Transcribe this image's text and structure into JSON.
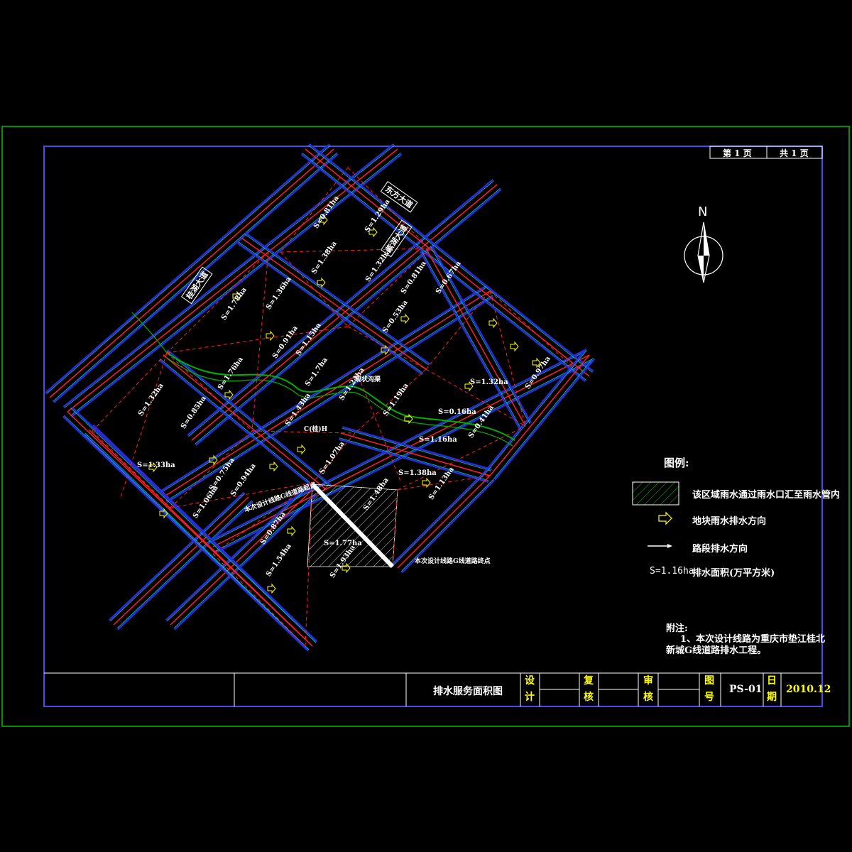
{
  "sheet": {
    "page_no": "第 1 页",
    "page_total": "共 1 页"
  },
  "north": {
    "letter": "N",
    "icon": "north-arrow-icon"
  },
  "legend": {
    "title": "图例:",
    "items": [
      {
        "symbol": "hatch",
        "text": "该区域雨水通过雨水口汇至雨水管内"
      },
      {
        "symbol": "outline-arrow",
        "text": "地块雨水排水方向"
      },
      {
        "symbol": "line-arrow",
        "text": "路段排水方向"
      },
      {
        "symbol": "S=1.16ha",
        "text": "排水面积(万平方米)"
      }
    ]
  },
  "notes": {
    "heading": "附注:",
    "line1": "1、本次设计线路为重庆市垫江桂北",
    "line2": "新城G线道路排水工程。"
  },
  "title_block": {
    "drawing_title": "排水服务面积图",
    "design": "设计",
    "check": "复核",
    "review": "审核",
    "drawing_no_label": "图号",
    "drawing_no": "PS-01",
    "date_label": "日期",
    "date": "2010.12"
  },
  "map_labels": {
    "road_names": [
      "东方大道",
      "紫湖大道",
      "桂湖大道"
    ],
    "callouts": [
      "本次设计线路G线道路起点",
      "本次设计线路G线道路终点",
      "现状沟渠",
      "C(桂)H"
    ],
    "areas": [
      "S=0.81ha",
      "S=1.29ha",
      "S=1.38ha",
      "S=1.32ha",
      "S=0.81ha",
      "S=0.67ha",
      "S=1.78ha",
      "S=1.36ha",
      "S=0.91ha",
      "S=0.53ha",
      "S=1.76ha",
      "S=1.7ha",
      "S=1.24ha",
      "S=1.19ha",
      "S=0.16ha",
      "S=1.32ha",
      "S=0.97ha",
      "S=1.16ha",
      "S=1.38ha",
      "S=1.13ha",
      "S=1.32ha",
      "S=1.33ha",
      "S=0.75ha",
      "S=0.94ha",
      "S=1.43ha",
      "S=1.07ha",
      "S=1.48ha",
      "S=1.06ha",
      "S=0.87ha",
      "S=1.77ha",
      "S=1.54ha",
      "S=1.93ha",
      "S=0.85ha",
      "S=1.15ha",
      "S=0.41ha"
    ]
  },
  "colors": {
    "frame_green": "#00c000",
    "frame_blue": "#4a4af0",
    "road_blue": "#2b2bd8",
    "centerline_red": "#ff2020",
    "curb_cyan": "#00c8c8",
    "ditch_green": "#00b000",
    "arrow_yellow": "#ffff00"
  }
}
